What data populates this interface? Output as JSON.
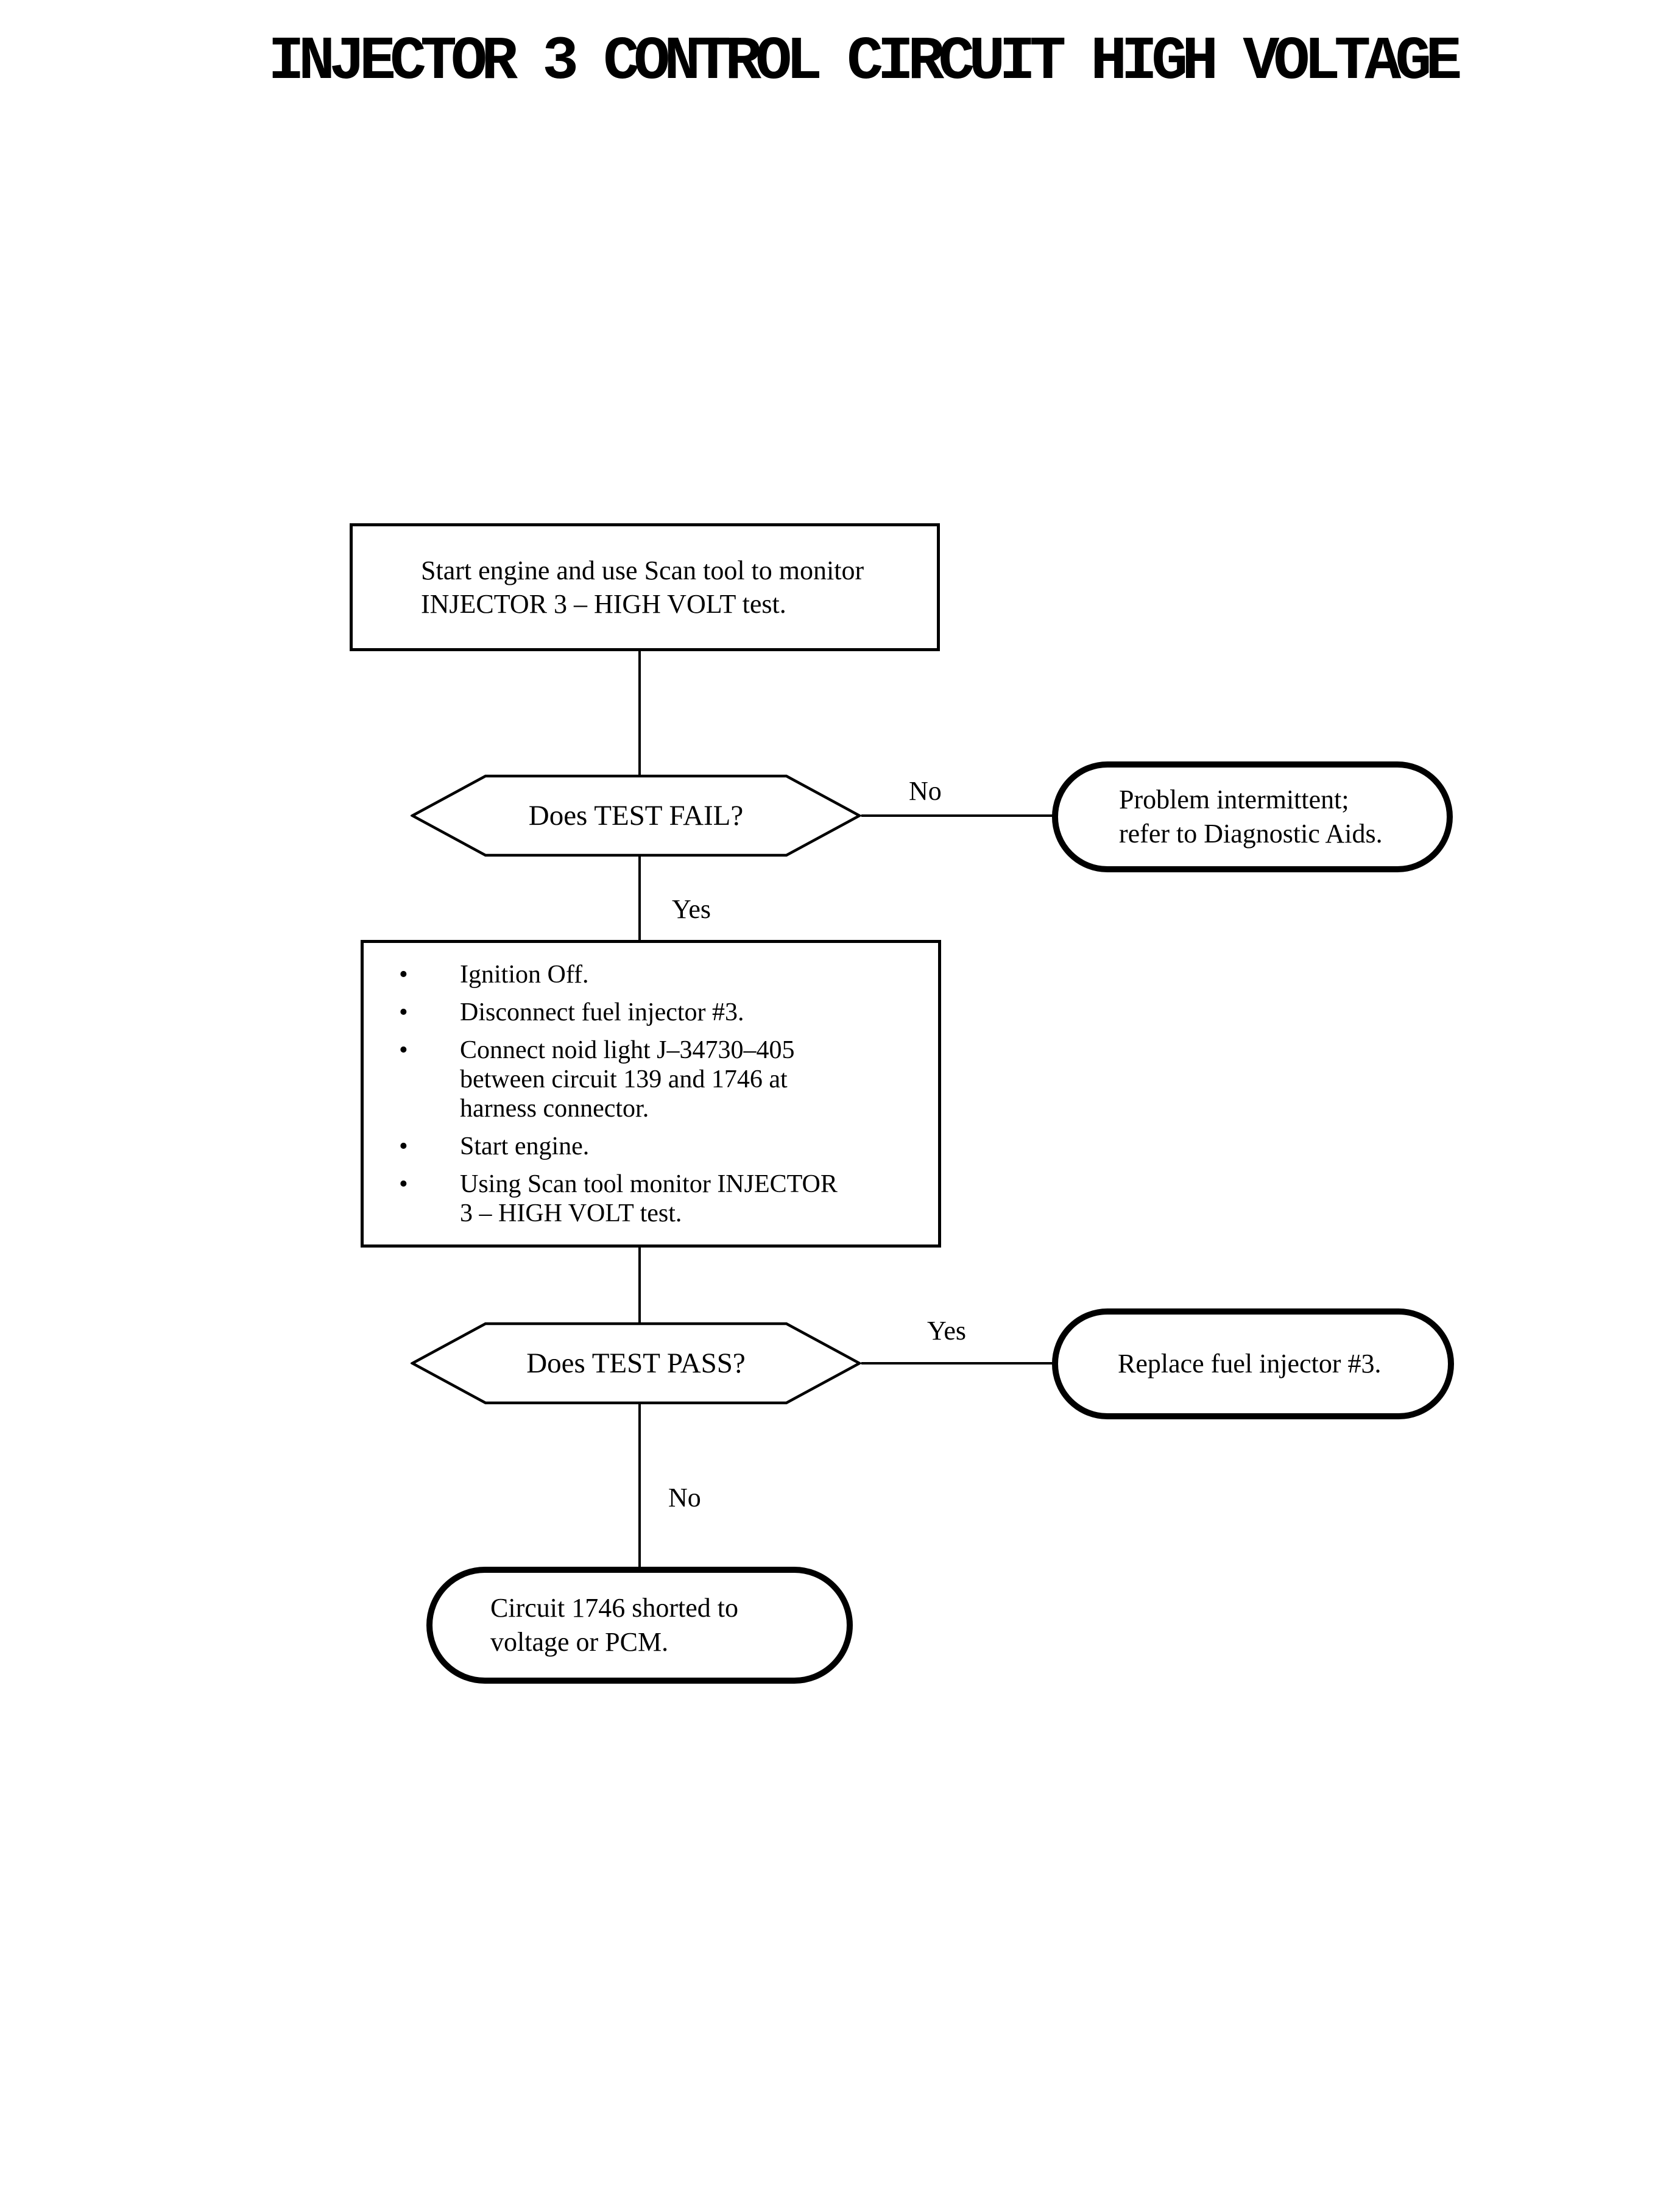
{
  "page": {
    "title": "INJECTOR 3 CONTROL CIRCUIT HIGH VOLTAGE"
  },
  "colors": {
    "background": "#ffffff",
    "ink": "#000000"
  },
  "nodes": {
    "start_box": {
      "line1": "Start engine and use Scan tool to monitor",
      "line2": "INJECTOR 3 – HIGH VOLT test."
    },
    "decision_fail": {
      "label": "Does TEST FAIL?",
      "branch_no": "No",
      "branch_yes": "Yes"
    },
    "intermittent_pill": {
      "line1": "Problem intermittent;",
      "line2": "refer to Diagnostic Aids."
    },
    "action_box": {
      "bullet": "•",
      "items": [
        {
          "lines": [
            "Ignition Off."
          ]
        },
        {
          "lines": [
            "Disconnect fuel injector #3."
          ]
        },
        {
          "lines": [
            "Connect noid light J–34730–405",
            "between circuit 139 and 1746 at",
            "harness connector."
          ]
        },
        {
          "lines": [
            "Start engine."
          ]
        },
        {
          "lines": [
            "Using Scan tool monitor INJECTOR",
            "3 – HIGH VOLT test."
          ]
        }
      ]
    },
    "decision_pass": {
      "label": "Does TEST PASS?",
      "branch_yes": "Yes",
      "branch_no": "No"
    },
    "replace_pill": {
      "line1": "Replace fuel injector #3."
    },
    "shorted_pill": {
      "line1": "Circuit 1746 shorted to",
      "line2": "voltage or PCM."
    }
  }
}
